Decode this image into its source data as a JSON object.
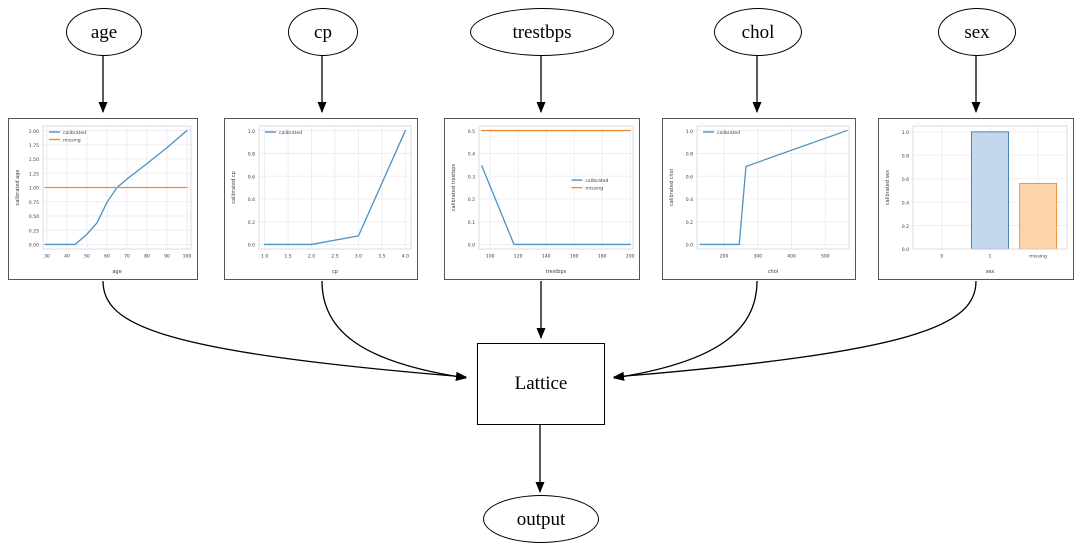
{
  "graph": {
    "input_nodes": [
      {
        "id": "age",
        "label": "age"
      },
      {
        "id": "cp",
        "label": "cp"
      },
      {
        "id": "trestbps",
        "label": "trestbps"
      },
      {
        "id": "chol",
        "label": "chol"
      },
      {
        "id": "sex",
        "label": "sex"
      }
    ],
    "lattice_node": {
      "label": "Lattice"
    },
    "output_node": {
      "label": "output"
    },
    "edge_color": "#000000"
  },
  "series_colors": {
    "calibrated": "#4c92c3",
    "missing": "#f08a35",
    "bar_blue_fill": "#c2d8ec",
    "bar_blue_edge": "#3b78ab",
    "bar_orange_fill": "#fbd4aa",
    "bar_orange_edge": "#f08a35",
    "grid": "#eaeaf2",
    "frame": "#555555"
  },
  "chart_data": [
    {
      "id": "age",
      "type": "line",
      "title": "",
      "xlabel": "age",
      "ylabel": "calibrated age",
      "xlim": [
        28,
        102
      ],
      "ylim": [
        -0.08,
        2.08
      ],
      "xticks": [
        30,
        40,
        50,
        60,
        70,
        80,
        90,
        100
      ],
      "yticks": [
        0.0,
        0.25,
        0.5,
        0.75,
        1.0,
        1.25,
        1.5,
        1.75,
        2.0
      ],
      "ytick_labels": [
        "0.00",
        "0.25",
        "0.50",
        "0.75",
        "1.00",
        "1.25",
        "1.50",
        "1.75",
        "2.00"
      ],
      "xtick_labels": [
        "30",
        "40",
        "50",
        "60",
        "70",
        "80",
        "90",
        "100"
      ],
      "grid": true,
      "legend": [
        "calibrated",
        "missing"
      ],
      "legend_position": "upper-left",
      "series": [
        {
          "name": "calibrated",
          "color": "calibrated",
          "x": [
            29,
            44,
            50,
            55,
            60,
            65,
            70,
            80,
            90,
            100
          ],
          "y": [
            0.0,
            0.0,
            0.18,
            0.38,
            0.74,
            1.0,
            1.15,
            1.42,
            1.7,
            2.0
          ]
        },
        {
          "name": "missing",
          "color": "missing",
          "x": [
            29,
            100
          ],
          "y": [
            1.0,
            1.0
          ]
        }
      ]
    },
    {
      "id": "cp",
      "type": "line",
      "title": "",
      "xlabel": "cp",
      "ylabel": "calibrated cp",
      "xlim": [
        0.88,
        4.12
      ],
      "ylim": [
        -0.04,
        1.04
      ],
      "xticks": [
        1.0,
        1.5,
        2.0,
        2.5,
        3.0,
        3.5,
        4.0
      ],
      "yticks": [
        0.0,
        0.2,
        0.4,
        0.6,
        0.8,
        1.0
      ],
      "ytick_labels": [
        "0.0",
        "0.2",
        "0.4",
        "0.6",
        "0.8",
        "1.0"
      ],
      "xtick_labels": [
        "1.0",
        "1.5",
        "2.0",
        "2.5",
        "3.0",
        "3.5",
        "4.0"
      ],
      "grid": true,
      "legend": [
        "calibrated"
      ],
      "legend_position": "upper-left",
      "series": [
        {
          "name": "calibrated",
          "color": "calibrated",
          "x": [
            1.0,
            2.0,
            3.0,
            4.0
          ],
          "y": [
            0.0,
            0.0,
            0.075,
            1.0
          ]
        }
      ]
    },
    {
      "id": "trestbps",
      "type": "line",
      "title": "",
      "xlabel": "trestbps",
      "ylabel": "calibrated trestbps",
      "xlim": [
        92,
        202
      ],
      "ylim": [
        -0.02,
        0.52
      ],
      "xticks": [
        100,
        120,
        140,
        160,
        180,
        200
      ],
      "yticks": [
        0.0,
        0.1,
        0.2,
        0.3,
        0.4,
        0.5
      ],
      "ytick_labels": [
        "0.0",
        "0.1",
        "0.2",
        "0.3",
        "0.4",
        "0.5"
      ],
      "xtick_labels": [
        "100",
        "120",
        "140",
        "160",
        "180",
        "200"
      ],
      "grid": true,
      "legend": [
        "calibrated",
        "missing"
      ],
      "legend_position": "center-right",
      "series": [
        {
          "name": "calibrated",
          "color": "calibrated",
          "x": [
            94,
            117,
            200
          ],
          "y": [
            0.345,
            0.0,
            0.0
          ]
        },
        {
          "name": "missing",
          "color": "missing",
          "x": [
            94,
            200
          ],
          "y": [
            0.5,
            0.5
          ]
        }
      ]
    },
    {
      "id": "chol",
      "type": "line",
      "title": "",
      "xlabel": "chol",
      "ylabel": "calibrated chol",
      "xlim": [
        120,
        570
      ],
      "ylim": [
        -0.04,
        1.04
      ],
      "xticks": [
        200,
        300,
        400,
        500
      ],
      "yticks": [
        0.0,
        0.2,
        0.4,
        0.6,
        0.8,
        1.0
      ],
      "ytick_labels": [
        "0.0",
        "0.2",
        "0.4",
        "0.6",
        "0.8",
        "1.0"
      ],
      "xtick_labels": [
        "200",
        "300",
        "400",
        "500"
      ],
      "grid": true,
      "legend": [
        "calibrated"
      ],
      "legend_position": "upper-left",
      "series": [
        {
          "name": "calibrated",
          "color": "calibrated",
          "x": [
            130,
            245,
            265,
            564
          ],
          "y": [
            0.0,
            0.0,
            0.685,
            1.0
          ]
        }
      ]
    },
    {
      "id": "sex",
      "type": "bar",
      "title": "",
      "xlabel": "sex",
      "ylabel": "calibrated sex",
      "categories": [
        "0",
        "1",
        "missing"
      ],
      "values": [
        0.0,
        1.0,
        0.56
      ],
      "bar_colors": [
        "bar_blue",
        "bar_blue",
        "bar_orange"
      ],
      "ylim": [
        0.0,
        1.05
      ],
      "yticks": [
        0.0,
        0.2,
        0.4,
        0.6,
        0.8,
        1.0
      ],
      "ytick_labels": [
        "0.0",
        "0.2",
        "0.4",
        "0.6",
        "0.8",
        "1.0"
      ],
      "xtick_labels": [
        "0",
        "1",
        "missing"
      ],
      "grid": true,
      "legend": [],
      "legend_position": "none"
    }
  ]
}
